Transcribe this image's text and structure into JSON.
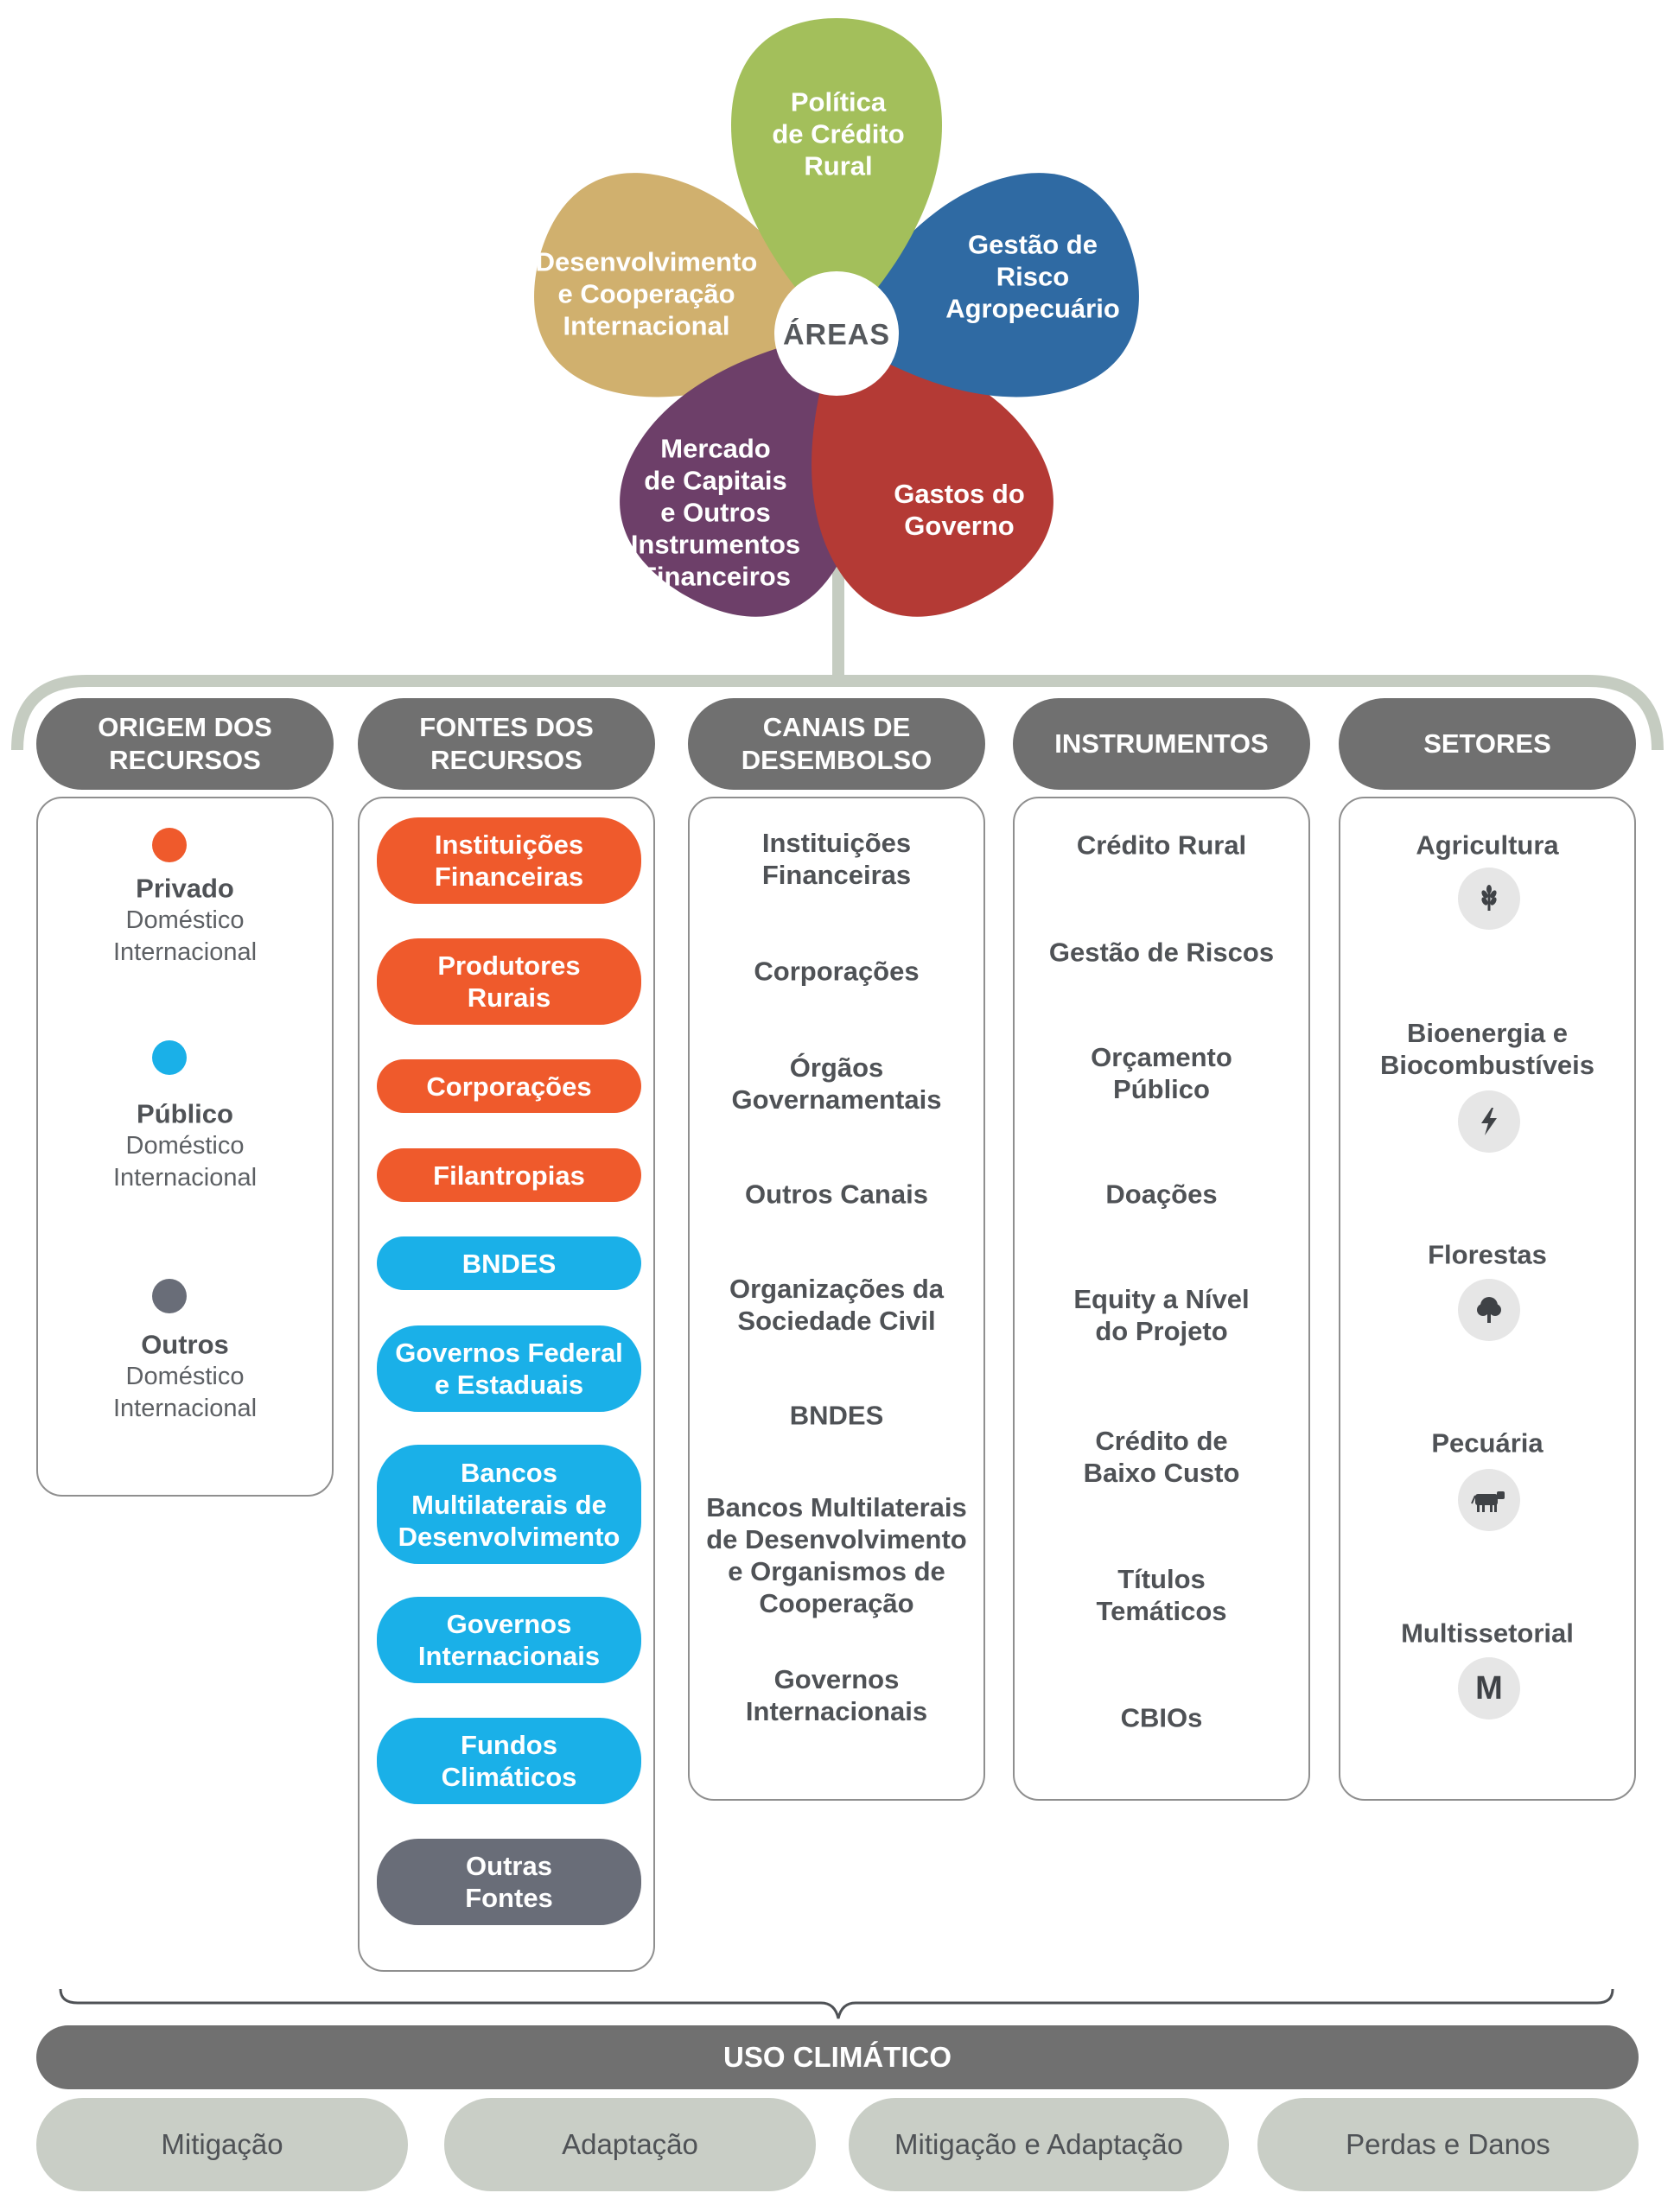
{
  "flower": {
    "center": "ÁREAS",
    "petals": [
      {
        "label": "Política\nde Crédito\nRural",
        "color": "#a3bf5b"
      },
      {
        "label": "Gestão de\nRisco\nAgropecuário",
        "color": "#2f6aa3"
      },
      {
        "label": "Gastos do\nGoverno",
        "color": "#b43a35"
      },
      {
        "label": "Mercado\nde Capitais\ne Outros\nInstrumentos\nFinanceiros",
        "color": "#6d3f69"
      },
      {
        "label": "Desenvolvimento\ne Cooperação\nInternacional",
        "color": "#d0b06e"
      }
    ]
  },
  "columns": {
    "origem": {
      "header": "ORIGEM DOS\nRECURSOS",
      "items": [
        {
          "title": "Privado",
          "sub": "Doméstico\nInternacional",
          "color": "#ef5a2c"
        },
        {
          "title": "Público",
          "sub": "Doméstico\nInternacional",
          "color": "#1ab0e8"
        },
        {
          "title": "Outros",
          "sub": "Doméstico\nInternacional",
          "color": "#696d78"
        }
      ]
    },
    "fontes": {
      "header": "FONTES DOS\nRECURSOS",
      "items": [
        {
          "label": "Instituições\nFinanceiras",
          "color": "#ef5a2c"
        },
        {
          "label": "Produtores\nRurais",
          "color": "#ef5a2c"
        },
        {
          "label": "Corporações",
          "color": "#ef5a2c"
        },
        {
          "label": "Filantropias",
          "color": "#ef5a2c"
        },
        {
          "label": "BNDES",
          "color": "#1ab0e8"
        },
        {
          "label": "Governos Federal\ne Estaduais",
          "color": "#1ab0e8"
        },
        {
          "label": "Bancos\nMultilaterais de\nDesenvolvimento",
          "color": "#1ab0e8"
        },
        {
          "label": "Governos\nInternacionais",
          "color": "#1ab0e8"
        },
        {
          "label": "Fundos\nClimáticos",
          "color": "#1ab0e8"
        },
        {
          "label": "Outras\nFontes",
          "color": "#696d78"
        }
      ]
    },
    "canais": {
      "header": "CANAIS DE\nDESEMBOLSO",
      "items": [
        "Instituições\nFinanceiras",
        "Corporações",
        "Órgãos\nGovernamentais",
        "Outros Canais",
        "Organizações da\nSociedade Civil",
        "BNDES",
        "Bancos Multilaterais\nde Desenvolvimento\ne Organismos de\nCooperação",
        "Governos\nInternacionais"
      ]
    },
    "instrumentos": {
      "header": "INSTRUMENTOS",
      "items": [
        "Crédito Rural",
        "Gestão de Riscos",
        "Orçamento\nPúblico",
        "Doações",
        "Equity a Nível\ndo Projeto",
        "Crédito de\nBaixo Custo",
        "Títulos\nTemáticos",
        "CBIOs"
      ]
    },
    "setores": {
      "header": "SETORES",
      "items": [
        {
          "label": "Agricultura",
          "icon": "wheat-icon"
        },
        {
          "label": "Bioenergia e\nBiocombustíveis",
          "icon": "lightning-icon"
        },
        {
          "label": "Florestas",
          "icon": "tree-icon"
        },
        {
          "label": "Pecuária",
          "icon": "cow-icon"
        },
        {
          "label": "Multissetorial",
          "icon": "letter-m-icon",
          "icon_text": "M"
        }
      ]
    }
  },
  "uso_climatico": {
    "header": "USO CLIMÁTICO",
    "items": [
      "Mitigação",
      "Adaptação",
      "Mitigação e Adaptação",
      "Perdas e Danos"
    ]
  }
}
